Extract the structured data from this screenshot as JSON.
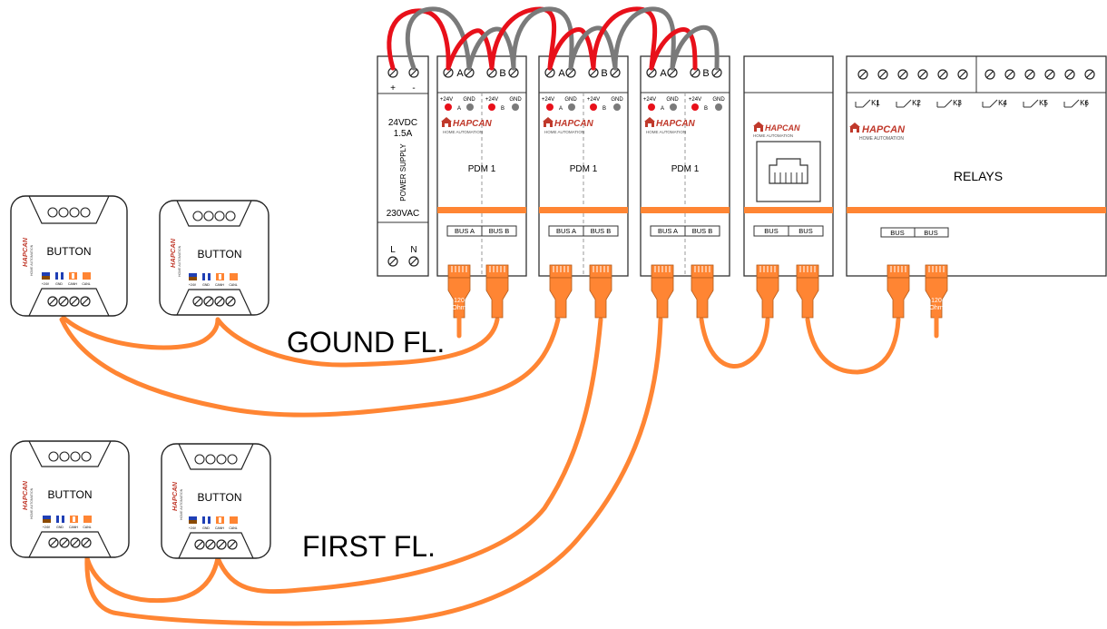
{
  "colors": {
    "cable": "#ff8533",
    "wire_pos": "#e8101a",
    "wire_gnd": "#7a7a7a",
    "module_stroke": "#333333",
    "stripe": "#ff8533",
    "brand": "#c0392b",
    "blue_term": "#1f3fb5"
  },
  "labels": {
    "ground_floor": "GOUND FL.",
    "first_floor": "FIRST FL."
  },
  "power_supply": {
    "rating": "24VDC",
    "current": "1.5A",
    "title": "POWER SUPPLY",
    "input": "230VAC",
    "plus": "+",
    "minus": "-",
    "l": "L",
    "n": "N"
  },
  "brand": {
    "name": "HAPCAN",
    "tagline": "HOME AUTOMATION"
  },
  "pdm": {
    "name": "PDM 1",
    "terms": [
      "+24V",
      "GND",
      "+24V",
      "GND"
    ],
    "letter_a": "A",
    "letter_b": "B",
    "bus_a": "BUS A",
    "bus_b": "BUS B"
  },
  "eth_module": {
    "bus1": "BUS",
    "bus2": "BUS"
  },
  "relays": {
    "title": "RELAYS",
    "channels": [
      "K1",
      "K2",
      "K3",
      "K4",
      "K5",
      "K6"
    ],
    "bus1": "BUS",
    "bus2": "BUS"
  },
  "terminator": {
    "value": "120",
    "unit": "Ohm"
  },
  "button": {
    "label": "BUTTON",
    "terms": [
      "+24V",
      "GND",
      "CANH",
      "CANL"
    ]
  }
}
